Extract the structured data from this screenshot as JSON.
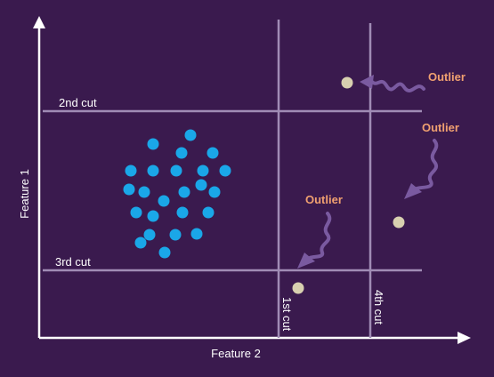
{
  "axes": {
    "x_label": "Feature 2",
    "y_label": "Feature 1"
  },
  "cuts": [
    {
      "label": "2nd cut",
      "orientation": "horizontal"
    },
    {
      "label": "3rd cut",
      "orientation": "horizontal"
    },
    {
      "label": "1st cut",
      "orientation": "vertical"
    },
    {
      "label": "4th cut",
      "orientation": "vertical"
    }
  ],
  "outliers": [
    {
      "label": "Outlier"
    },
    {
      "label": "Outlier"
    },
    {
      "label": "Outlier"
    }
  ],
  "colors": {
    "background": "#3a1a4e",
    "cluster_point": "#1aa7e8",
    "outlier_point": "#d8d0b0",
    "cut_line": "#a08cb5",
    "outlier_label": "#f0a070",
    "arrow": "#7a5aa0"
  }
}
